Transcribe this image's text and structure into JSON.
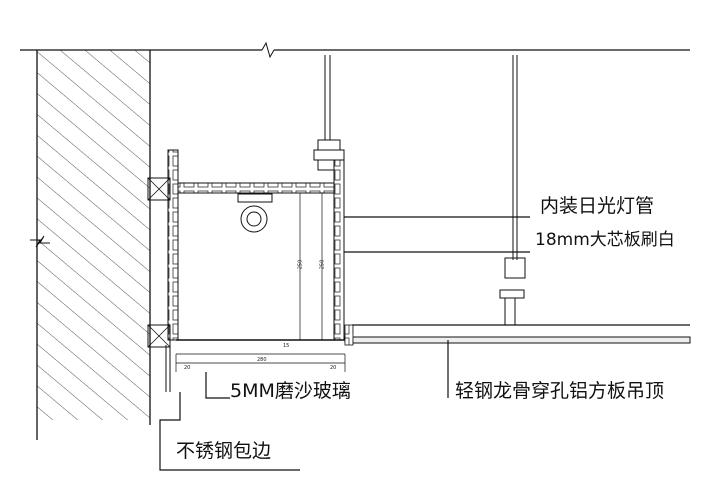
{
  "labels": {
    "fluorescent_tube": "内装日光灯管",
    "blockboard": "18mm大芯板刷白",
    "frosted_glass": "5MM磨沙玻璃",
    "ceiling": "轻钢龙骨穿孔铝方板吊顶",
    "stainless_edge": "不锈钢包边"
  },
  "dimensions": {
    "d_vertical_1": "250",
    "d_vertical_2": "250",
    "d_horizontal": "280",
    "d_small_1": "20",
    "d_small_2": "20",
    "d_small_3": "15"
  }
}
